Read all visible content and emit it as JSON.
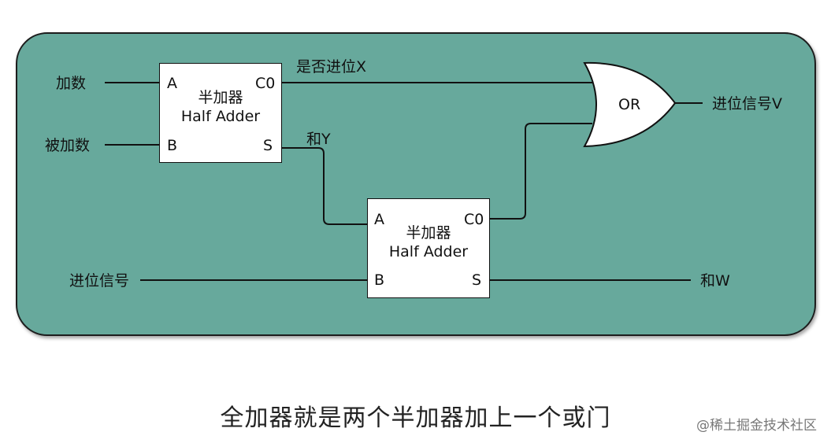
{
  "inputs": {
    "addend": "加数",
    "augend": "被加数",
    "carry_in": "进位信号"
  },
  "half_adder_1": {
    "title_cn": "半加器",
    "title_en": "Half Adder",
    "port_a": "A",
    "port_b": "B",
    "port_c0": "C0",
    "port_s": "S"
  },
  "half_adder_2": {
    "title_cn": "半加器",
    "title_en": "Half Adder",
    "port_a": "A",
    "port_b": "B",
    "port_c0": "C0",
    "port_s": "S"
  },
  "or_gate": {
    "label": "OR"
  },
  "signals": {
    "carry_x": "是否进位X",
    "sum_y": "和Y",
    "carry_v": "进位信号V",
    "sum_w": "和W"
  },
  "caption": "全加器就是两个半加器加上一个或门",
  "watermark": "@稀土掘金技术社区",
  "colors": {
    "panel": "#67a99c",
    "border": "#1d1d1d",
    "box": "#ffffff"
  }
}
